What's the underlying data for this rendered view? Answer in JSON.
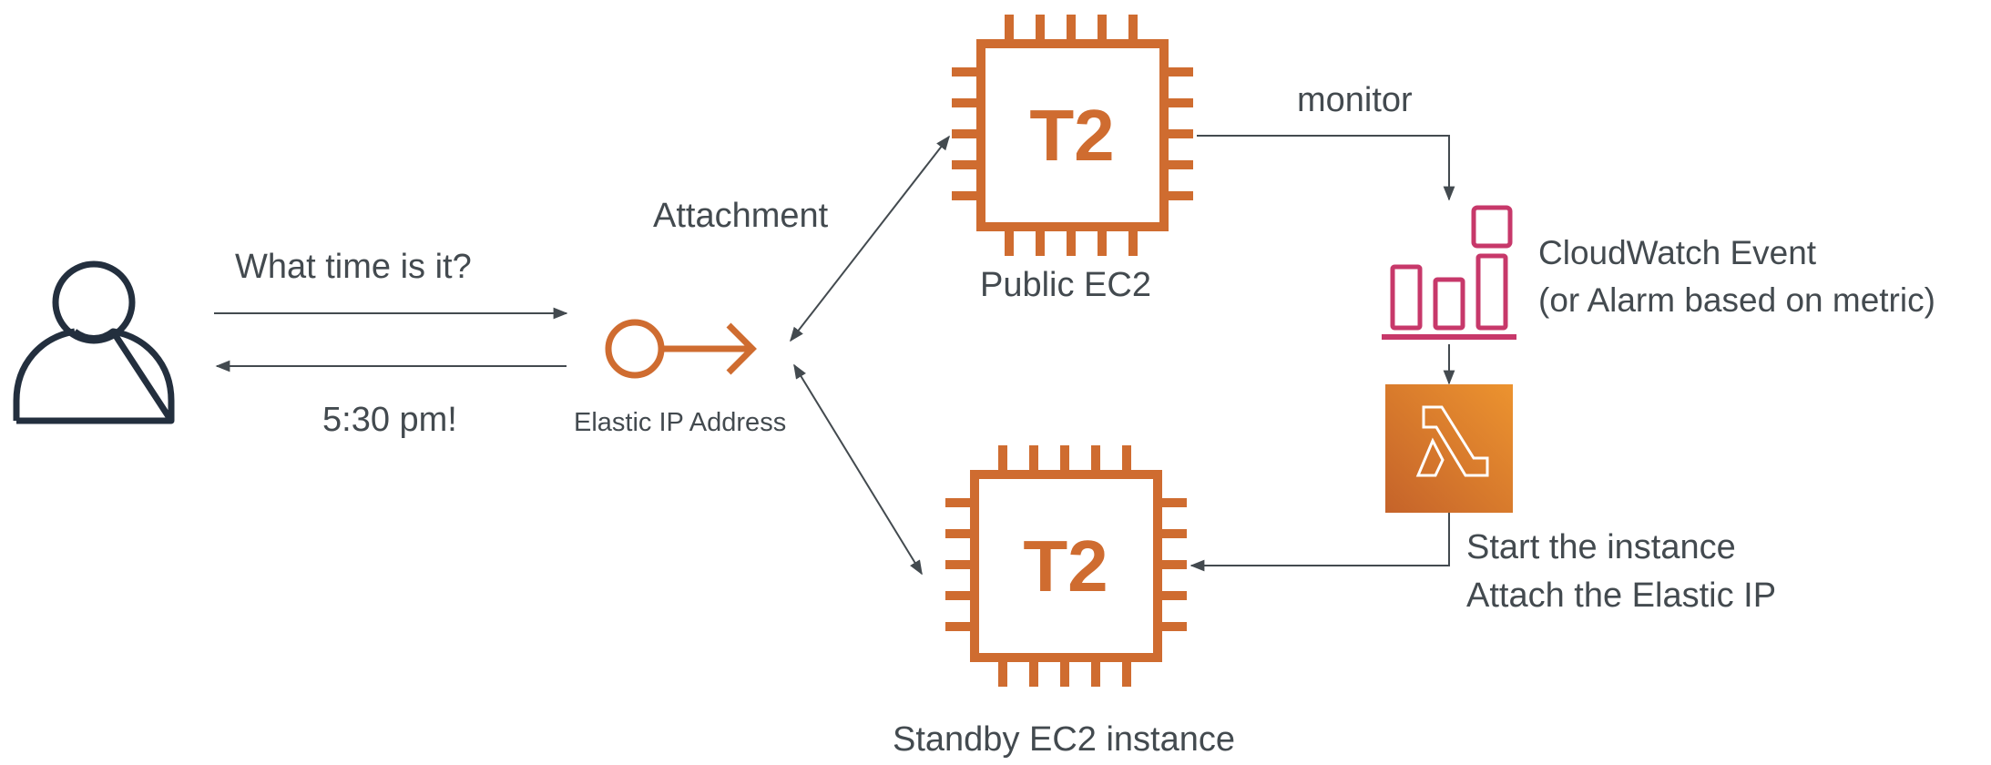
{
  "diagram": {
    "colors": {
      "text": "#434a4f",
      "connector": "#434a4f",
      "ec2_orange": "#cf6c30",
      "cloudwatch_pink": "#c7386a",
      "user_icon": "#232f3e",
      "lambda_gradient_start": "#c5632a",
      "lambda_gradient_end": "#ec932f"
    },
    "user": {
      "icon": "user-icon"
    },
    "request": {
      "label": "What time is it?"
    },
    "response": {
      "label": "5:30 pm!"
    },
    "elastic_ip": {
      "icon": "elastic-ip-icon",
      "label": "Elastic IP Address"
    },
    "attachment": {
      "label": "Attachment"
    },
    "public_ec2": {
      "icon": "ec2-t2-instance-icon",
      "chip_text": "T2",
      "label": "Public EC2"
    },
    "standby_ec2": {
      "icon": "ec2-t2-instance-icon",
      "chip_text": "T2",
      "label": "Standby EC2 instance"
    },
    "monitor": {
      "label": "monitor"
    },
    "cloudwatch": {
      "icon": "cloudwatch-icon",
      "label_line1": "CloudWatch Event",
      "label_line2": "(or Alarm based on metric)"
    },
    "lambda": {
      "icon": "lambda-icon",
      "action_line1": "Start the instance",
      "action_line2": "Attach the Elastic IP"
    }
  }
}
